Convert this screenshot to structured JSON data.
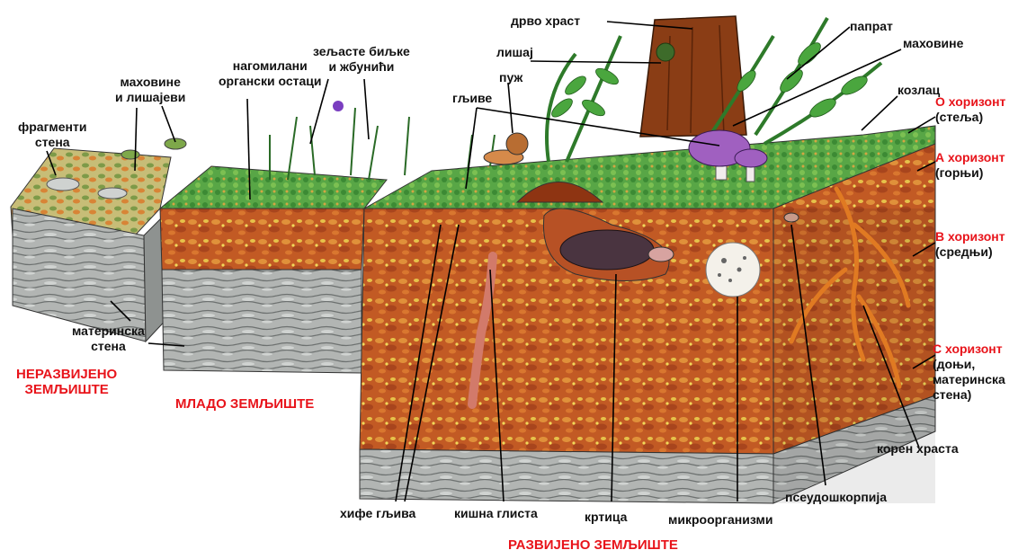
{
  "colors": {
    "soil_dark": "#a8451d",
    "soil_mid": "#c8642a",
    "soil_light": "#d98a3a",
    "rock": "#a6aaa8",
    "rock_light": "#c9ccca",
    "grass": "#3f9a3a",
    "bark": "#7a3a14",
    "horizon_red": "#e8141b",
    "mole": "#4a3440",
    "mushroom": "#a060c0"
  },
  "titles": {
    "undeveloped": [
      "НЕРАЗВИЈЕНО",
      "ЗЕМЉИШТЕ"
    ],
    "young": "МЛАДО ЗЕМЉИШТЕ",
    "developed": "РАЗВИЈЕНО ЗЕМЉИШТЕ"
  },
  "labels": {
    "rock_fragments": [
      "фрагменти",
      "стена"
    ],
    "mosses_lichens": [
      "маховине",
      "и лишајеви"
    ],
    "organic_debris": [
      "нагомилани",
      "органски остаци"
    ],
    "herbs_shrubs": [
      "зељасте биљке",
      "и жбунићи"
    ],
    "oak_tree": "дрво храст",
    "lichen": "лишај",
    "snail": "пуж",
    "fungi": "гљиве",
    "fern": "папрат",
    "mosses": "маховине",
    "goat_beard": "козлац",
    "parent_rock": [
      "материнска",
      "стена"
    ],
    "fungal_hyphae": "хифе гљива",
    "earthworm": "кишна глиста",
    "mole": "кртица",
    "microorganisms": "микроорганизми",
    "pseudoscorpion": "псеудошкорпија",
    "oak_root": "корен храста"
  },
  "horizons": {
    "o": {
      "name": "О хоризонт",
      "desc": "(стеља)"
    },
    "a": {
      "name": "А хоризонт",
      "desc": "(горњи)"
    },
    "b": {
      "name": "В хоризонт",
      "desc": "(средњи)"
    },
    "c": {
      "name": "С хоризонт",
      "desc": [
        "(доњи,",
        "материнска",
        "стена)"
      ]
    }
  }
}
